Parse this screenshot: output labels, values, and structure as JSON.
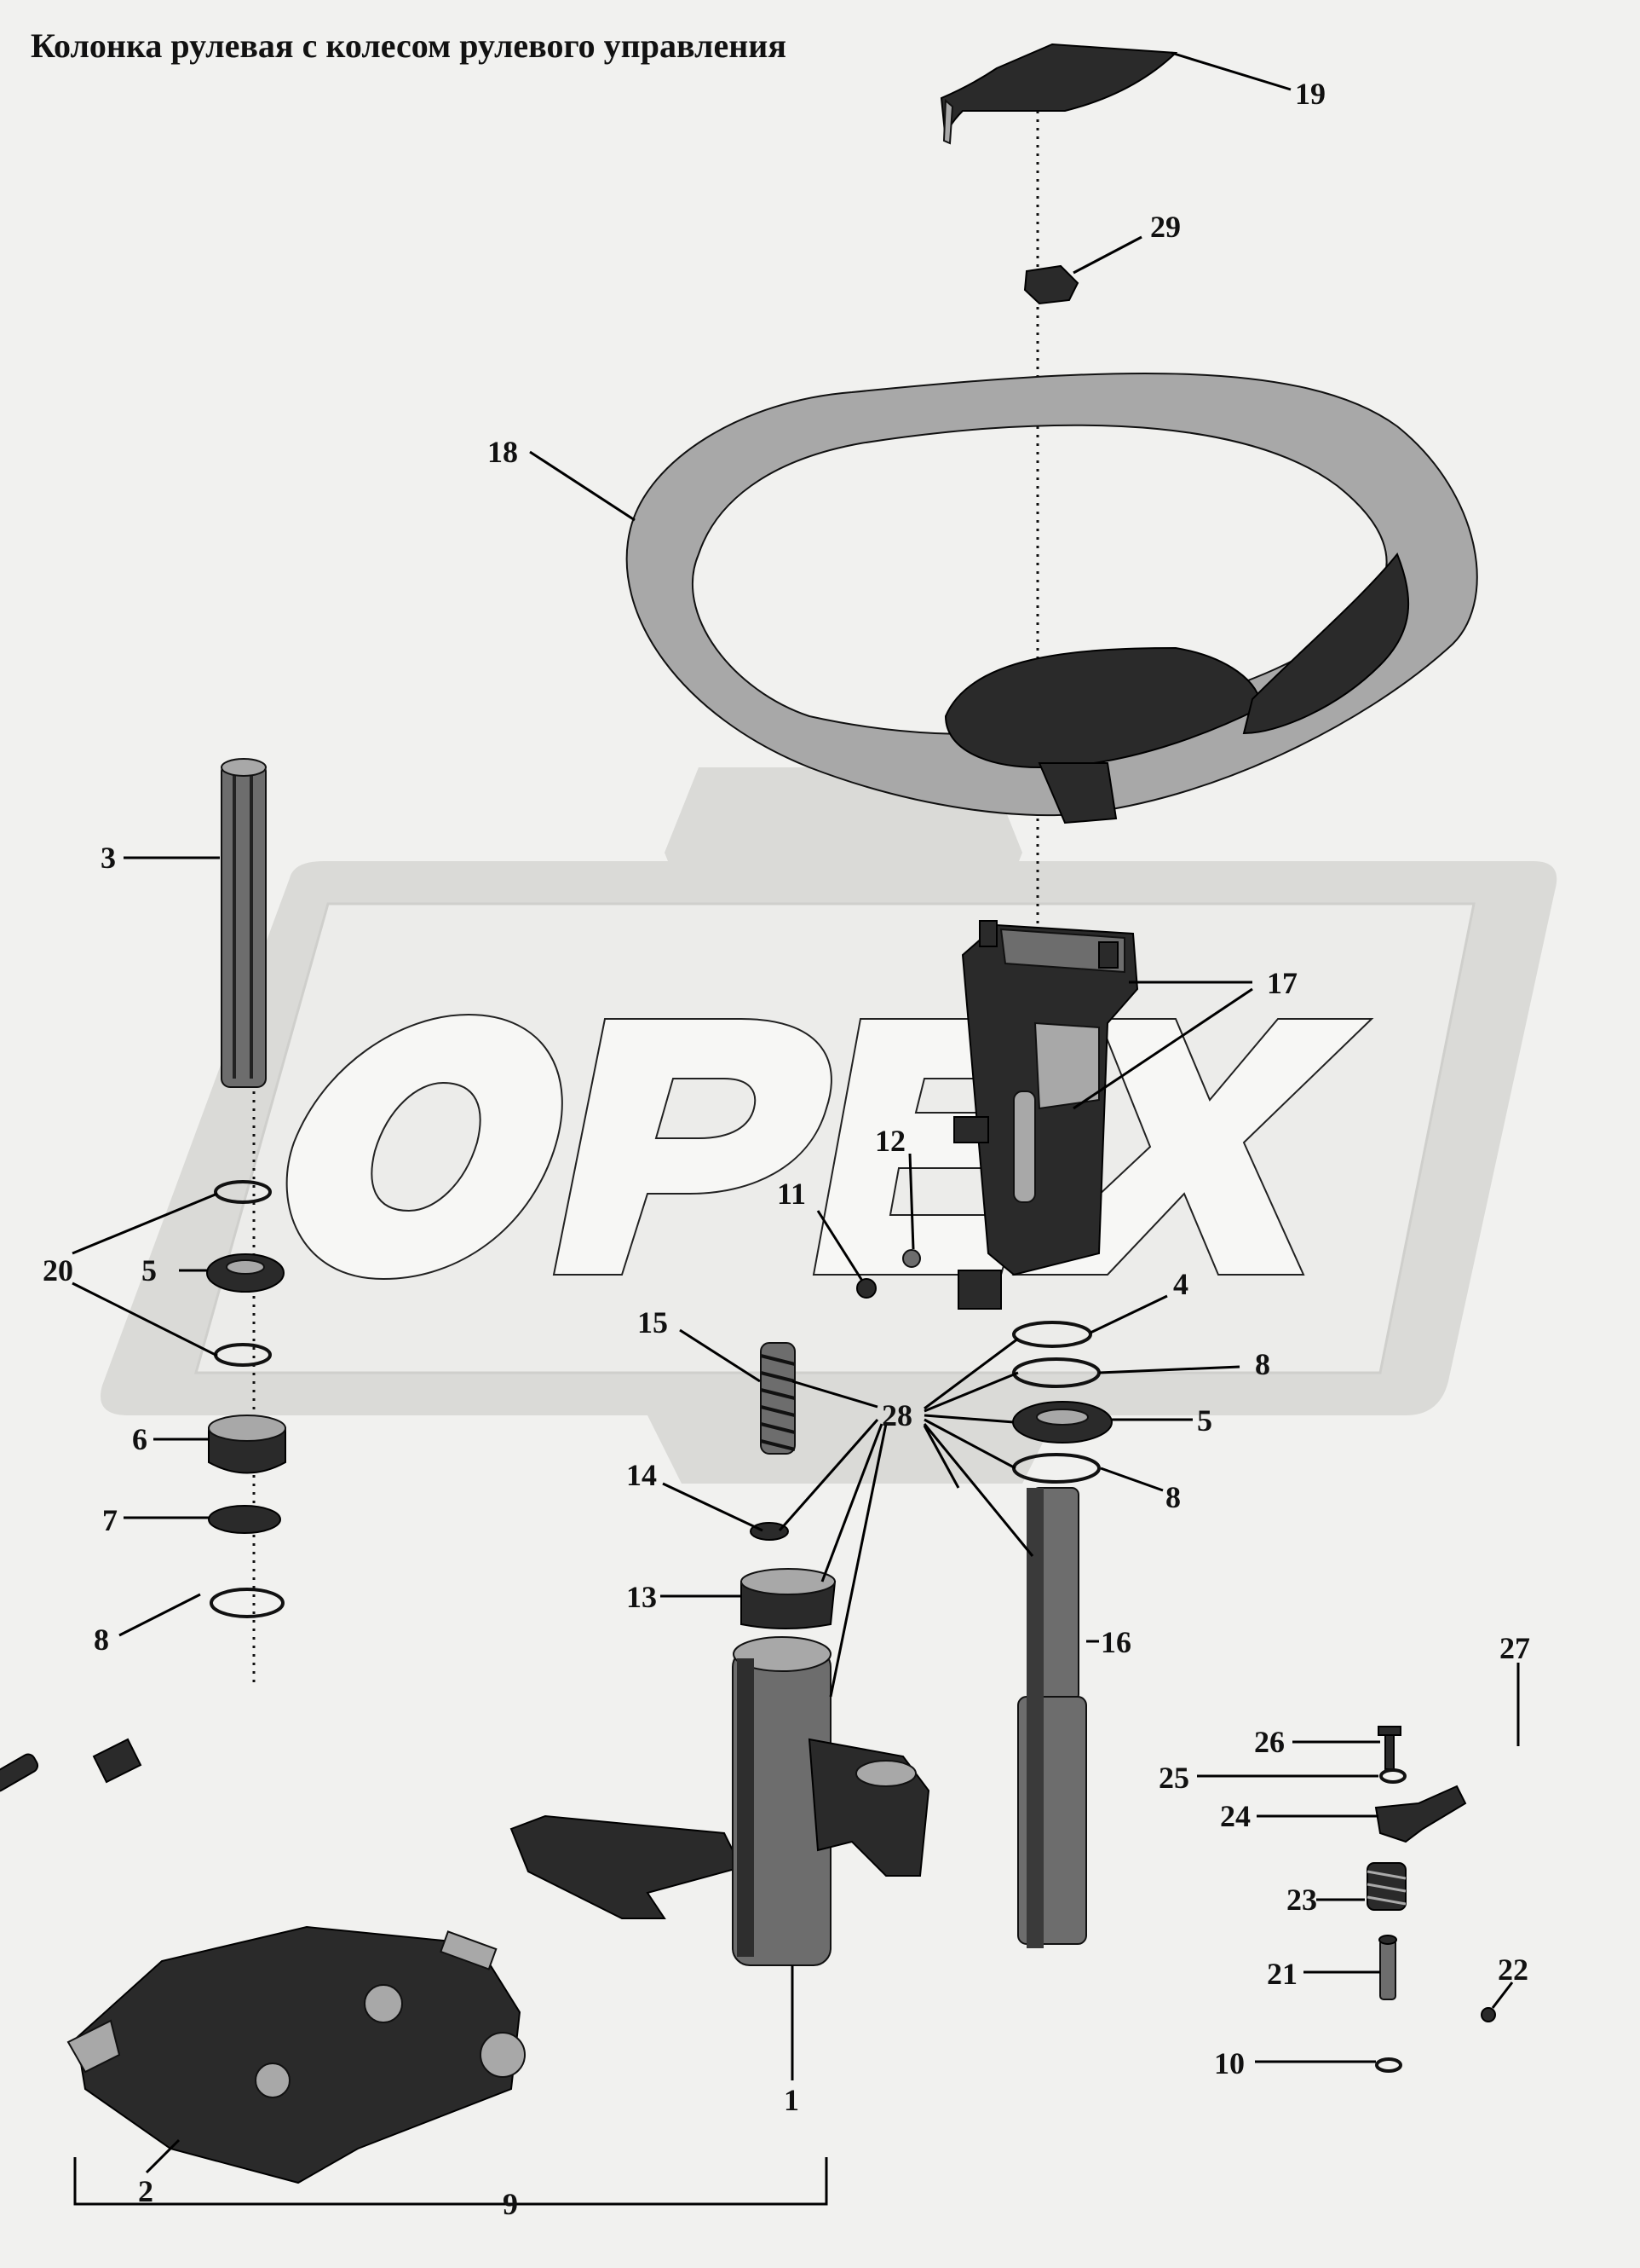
{
  "title": "Колонка рулевая с колесом рулевого управления",
  "watermark": {
    "text": "OPEX",
    "color": "#dadad7"
  },
  "callouts": {
    "c1": "1",
    "c2": "2",
    "c3": "3",
    "c4": "4",
    "c5a": "5",
    "c5b": "5",
    "c6": "6",
    "c7": "7",
    "c8a": "8",
    "c8b": "8",
    "c8c": "8",
    "c9": "9",
    "c10": "10",
    "c11": "11",
    "c12": "12",
    "c13": "13",
    "c14": "14",
    "c15": "15",
    "c16": "16",
    "c17": "17",
    "c18": "18",
    "c19": "19",
    "c20": "20",
    "c21": "21",
    "c22": "22",
    "c23": "23",
    "c24": "24",
    "c25": "25",
    "c26": "26",
    "c27": "27",
    "c28": "28",
    "c29": "29"
  }
}
